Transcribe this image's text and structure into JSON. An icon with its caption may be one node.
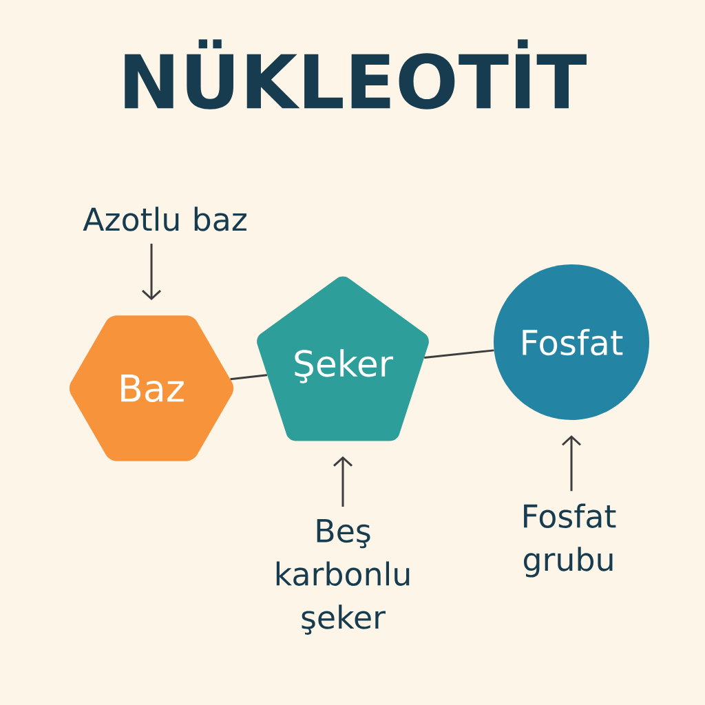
{
  "diagram": {
    "title": "NÜKLEOTİT",
    "nodes": [
      {
        "text": [
          "Azotlu baz"
        ]
      },
      {
        "text": [
          "Baz"
        ]
      },
      {
        "text": [
          "Şeker"
        ]
      },
      {
        "text": [
          "Fosfat"
        ]
      },
      {
        "text": [
          "Beş karbonlu şeker"
        ]
      },
      {
        "text": [
          "Fosfat grubu"
        ]
      }
    ],
    "edges": [
      {
        "from": 0,
        "to": 1,
        "arrow": "to"
      },
      {
        "from": 1,
        "to": 2,
        "arrow": "none"
      },
      {
        "from": 2,
        "to": 3,
        "arrow": "none"
      },
      {
        "from": 4,
        "to": 2,
        "arrow": "to"
      },
      {
        "from": 5,
        "to": 3,
        "arrow": "to"
      }
    ]
  }
}
